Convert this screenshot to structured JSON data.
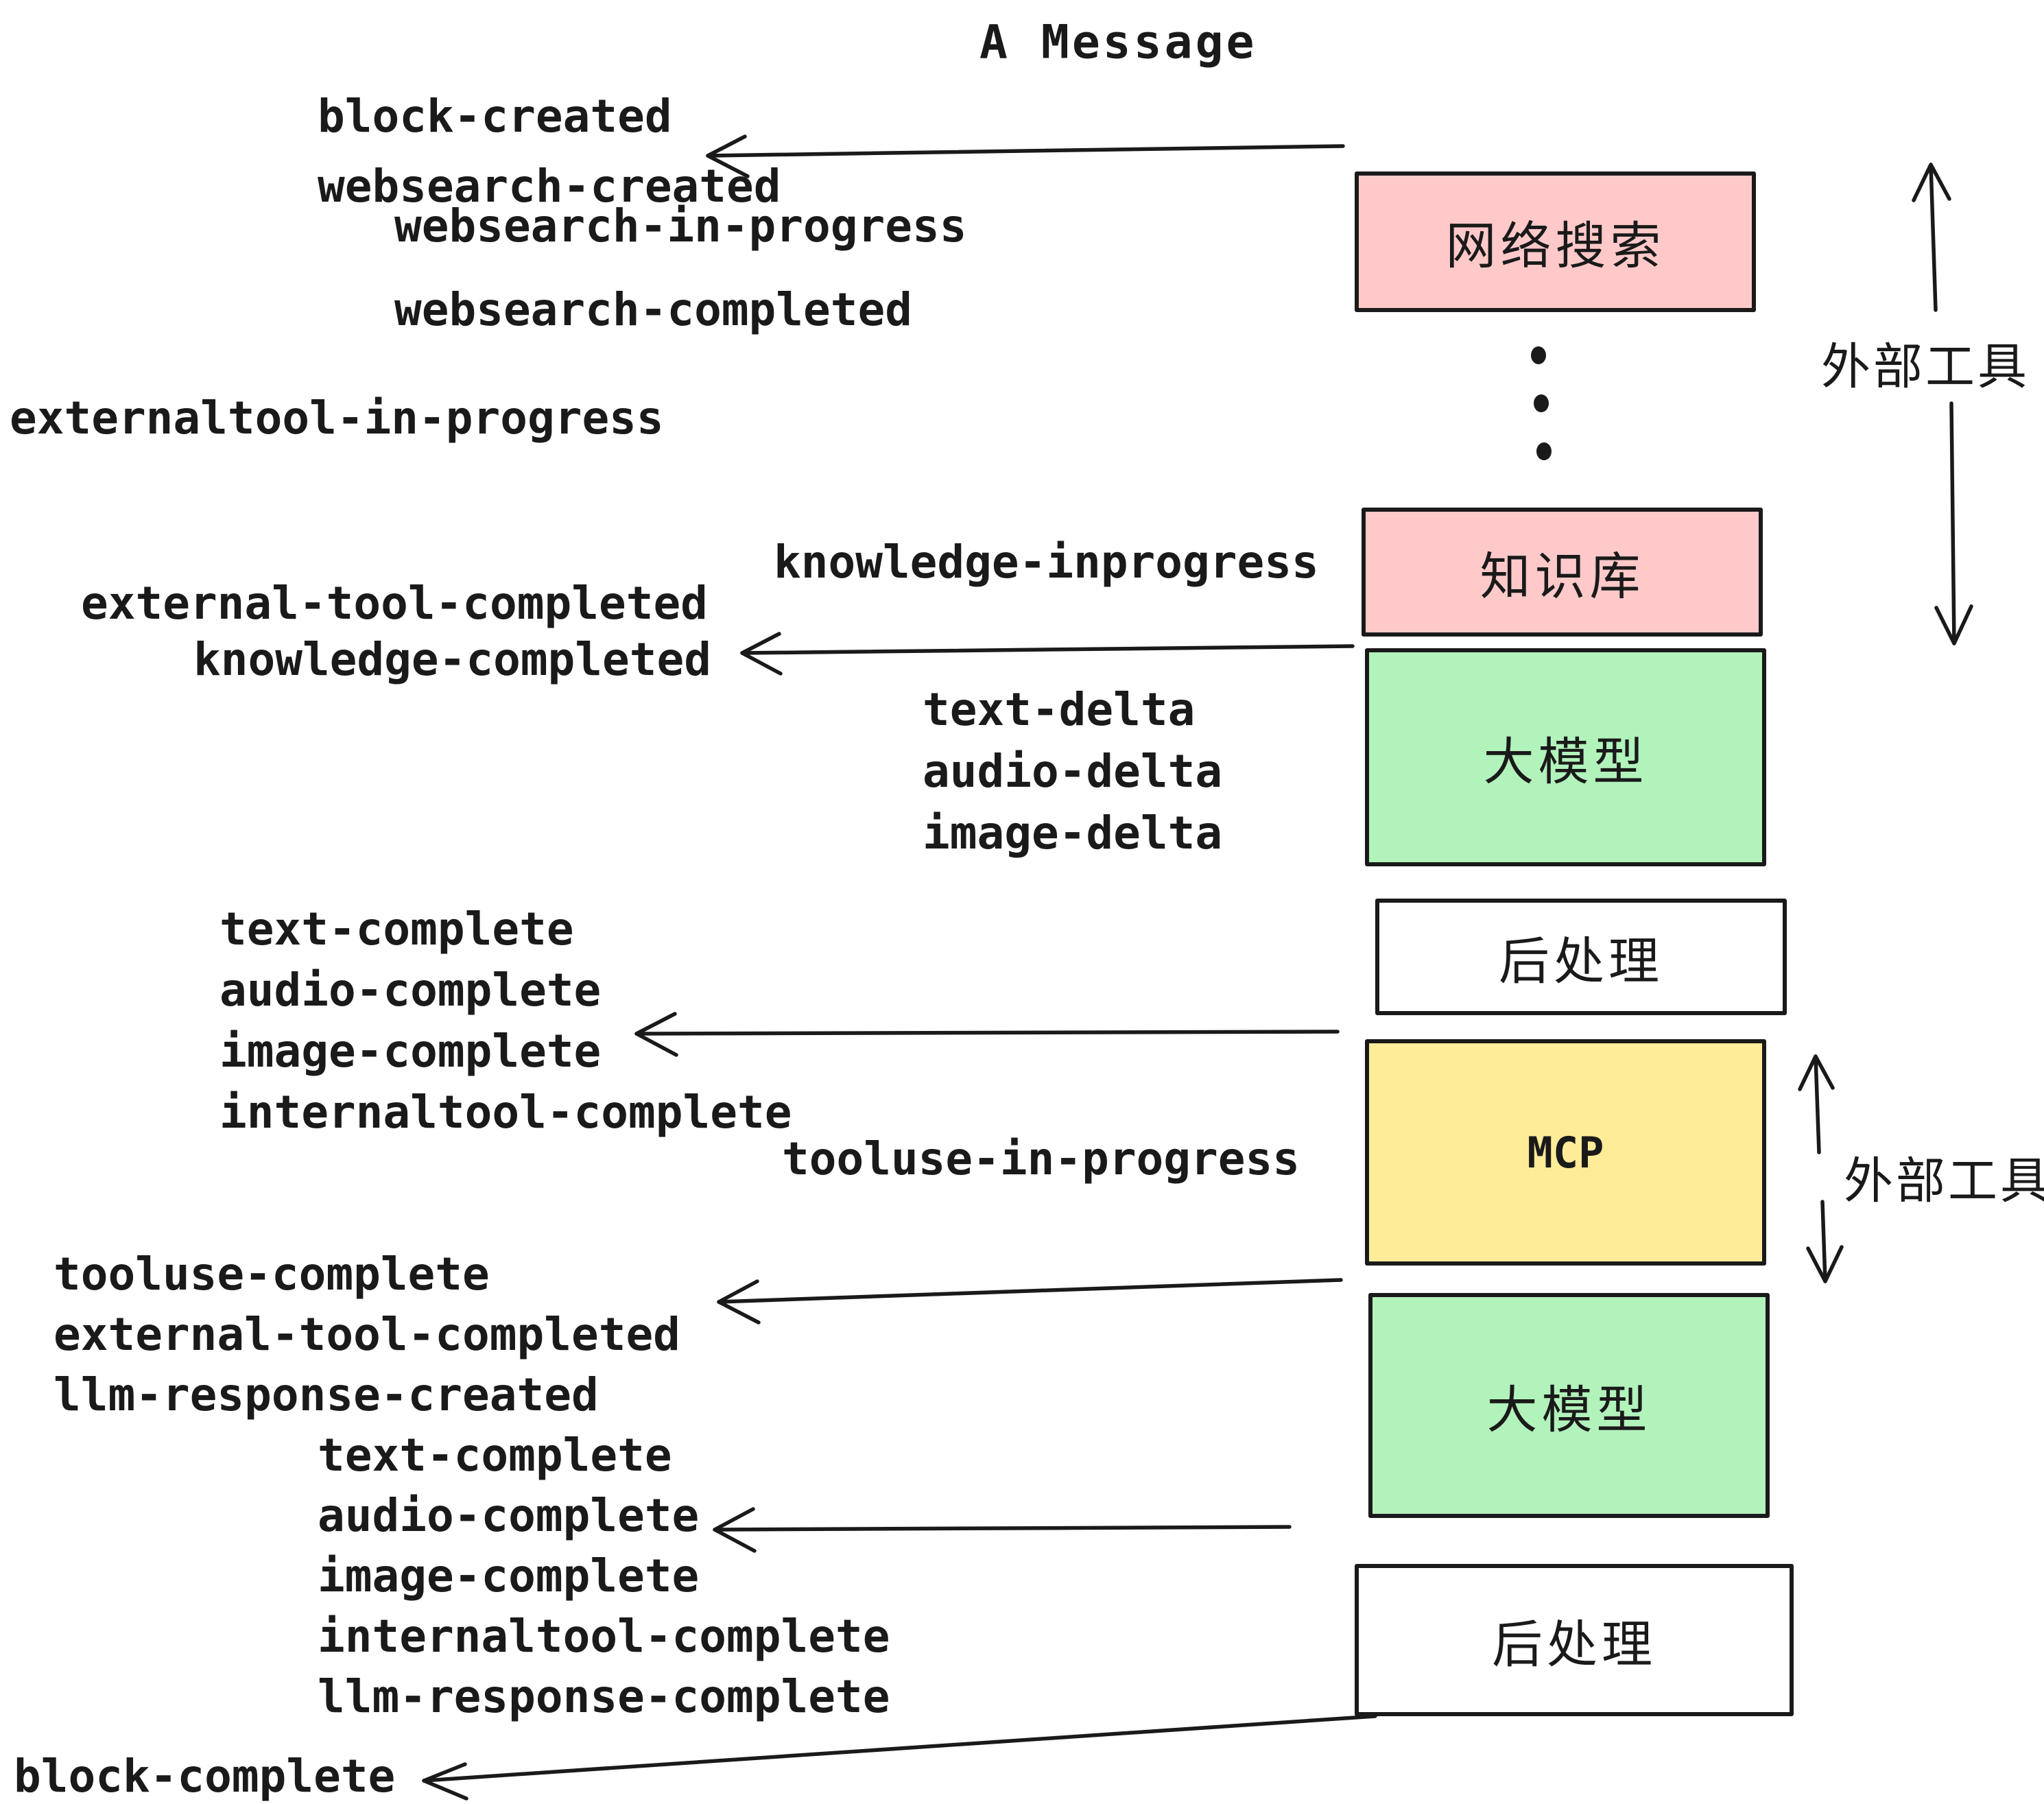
{
  "title": "A Message",
  "events": [
    {
      "text": "block-created"
    },
    {
      "text": "websearch-created"
    },
    {
      "text": "websearch-in-progress"
    },
    {
      "text": "websearch-completed"
    },
    {
      "text": "externaltool-in-progress"
    },
    {
      "text": "external-tool-completed"
    },
    {
      "text": "knowledge-completed"
    },
    {
      "text": "knowledge-inprogress"
    },
    {
      "text": "text-delta"
    },
    {
      "text": "audio-delta"
    },
    {
      "text": "image-delta"
    },
    {
      "text": "text-complete"
    },
    {
      "text": "audio-complete"
    },
    {
      "text": "image-complete"
    },
    {
      "text": "internaltool-complete"
    },
    {
      "text": "tooluse-in-progress"
    },
    {
      "text": "tooluse-complete"
    },
    {
      "text": "external-tool-completed"
    },
    {
      "text": "llm-response-created"
    },
    {
      "text": "text-complete"
    },
    {
      "text": "audio-complete"
    },
    {
      "text": "image-complete"
    },
    {
      "text": "internaltool-complete"
    },
    {
      "text": "llm-response-complete"
    },
    {
      "text": "block-complete"
    }
  ],
  "boxes": [
    {
      "label": "网络搜索",
      "color": "#ffc9c9"
    },
    {
      "label": "知识库",
      "color": "#ffc9c9"
    },
    {
      "label": "大模型",
      "color": "#b2f2bb"
    },
    {
      "label": "后处理",
      "color": "#ffffff"
    },
    {
      "label": "MCP",
      "color": "#ffec99"
    },
    {
      "label": "大模型",
      "color": "#b2f2bb"
    },
    {
      "label": "后处理",
      "color": "#ffffff"
    }
  ],
  "annotations": [
    {
      "text": "外部工具"
    },
    {
      "text": "外部工具"
    }
  ],
  "colors": {
    "pink": "#ffc9c9",
    "green": "#b2f2bb",
    "yellow": "#ffec99",
    "stroke": "#1a1a1a",
    "background": "#ffffff"
  }
}
